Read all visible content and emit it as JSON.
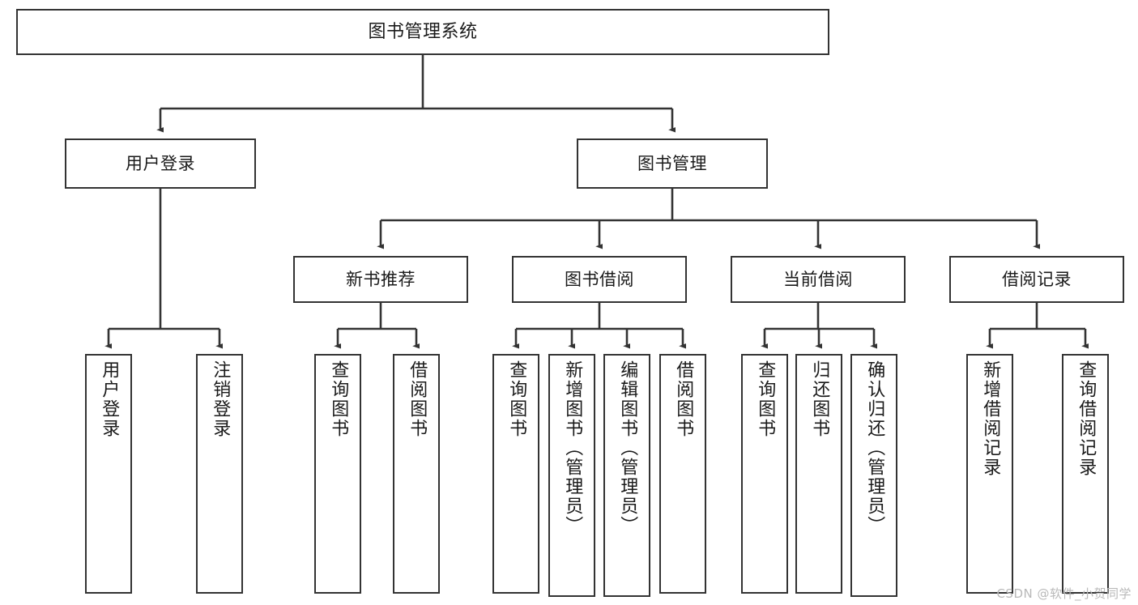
{
  "diagram": {
    "type": "tree-hierarchy",
    "title": "图书管理系统",
    "root": {
      "label": "图书管理系统"
    },
    "level2": [
      {
        "label": "用户登录"
      },
      {
        "label": "图书管理"
      }
    ],
    "level3": [
      {
        "label": "新书推荐"
      },
      {
        "label": "图书借阅"
      },
      {
        "label": "当前借阅"
      },
      {
        "label": "借阅记录"
      }
    ],
    "leaves": {
      "user_login": [
        {
          "label": "用户登录"
        },
        {
          "label": "注销登录"
        }
      ],
      "new_book_recommend": [
        {
          "label": "查询图书"
        },
        {
          "label": "借阅图书"
        }
      ],
      "book_borrow": [
        {
          "label": "查询图书"
        },
        {
          "label": "新增图书（管理员）"
        },
        {
          "label": "编辑图书（管理员）"
        },
        {
          "label": "借阅图书"
        }
      ],
      "current_borrow": [
        {
          "label": "查询图书"
        },
        {
          "label": "归还图书"
        },
        {
          "label": "确认归还（管理员）"
        }
      ],
      "borrow_record": [
        {
          "label": "新增借阅记录"
        },
        {
          "label": "查询借阅记录"
        }
      ]
    }
  },
  "watermark": {
    "text": "CSDN @软件_小贺同学"
  },
  "colors": {
    "stroke": "#333333",
    "fill": "#ffffff",
    "text": "#1a1a1a",
    "watermark": "#b9b9b9"
  }
}
